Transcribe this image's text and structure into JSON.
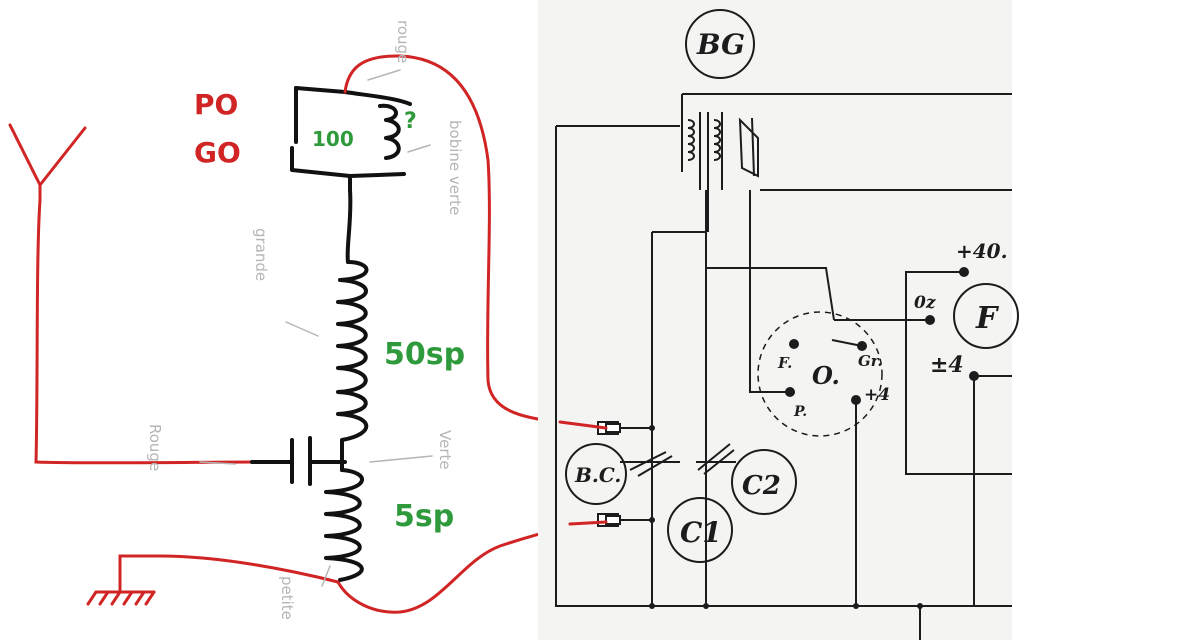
{
  "colors": {
    "red_ink": "#d12424",
    "green_ink": "#2e9a3c",
    "black_ink": "#111111",
    "pencil": "#b5b5b5",
    "print_ink": "#1c1c1c",
    "paper_scan": "#f4f4f2"
  },
  "sketch": {
    "band_po": "PO",
    "band_go": "GO",
    "coil_100": "100",
    "coil_unknown": "?",
    "coil_50": "50sp",
    "coil_5": "5sp",
    "note_rouge_top": "rouge",
    "note_bobine_verte": "bobine verte",
    "note_grande": "grande",
    "note_rouge": "Rouge",
    "note_verte": "Verte",
    "note_petite": "petite"
  },
  "schematic": {
    "bg": "BG",
    "bc": "B.C.",
    "c1": "C1",
    "c2": "C2",
    "f": "F",
    "o": "O.",
    "pin_f": "F.",
    "pin_p": "P.",
    "pin_gr": "Gr.",
    "pin_plus4": "+4",
    "term_plus40": "+40.",
    "term_oz": "0z",
    "term_pm4": "±4"
  }
}
